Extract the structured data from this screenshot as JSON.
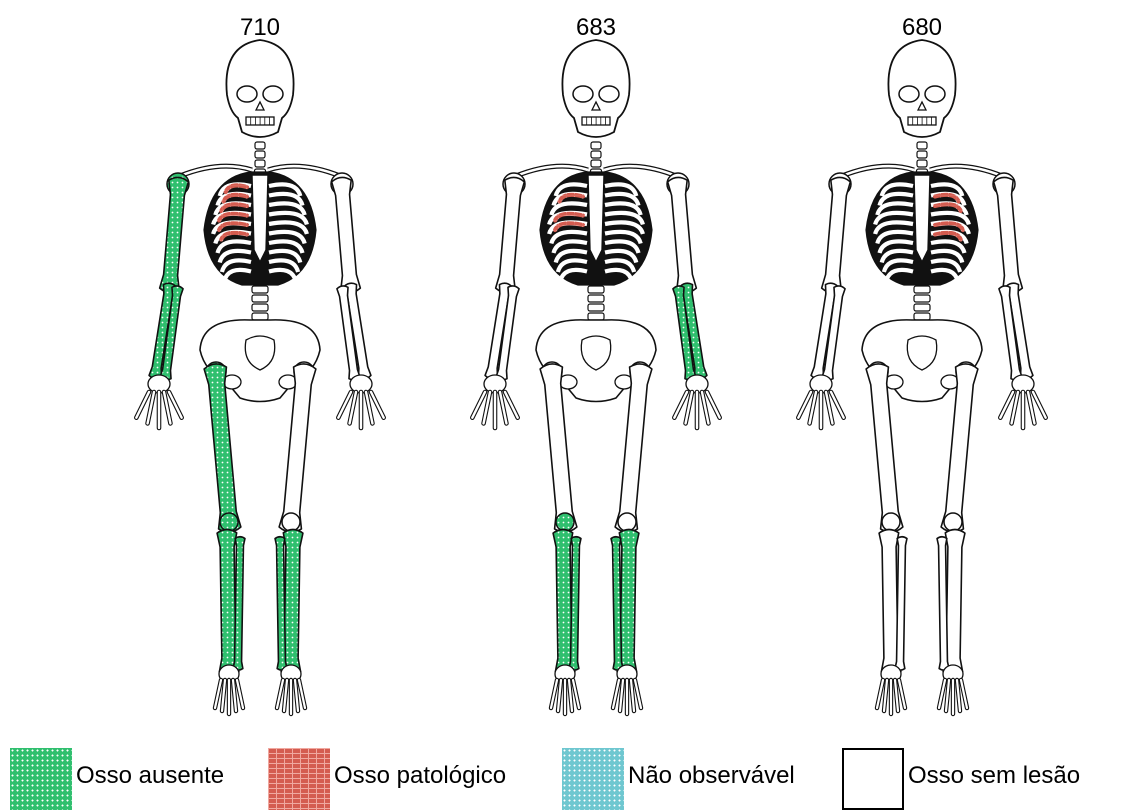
{
  "figures": [
    {
      "label": "710",
      "absent": [
        "r-humerus",
        "r-forearm",
        "r-femur",
        "r-leg-bones",
        "l-leg-bones"
      ],
      "pathological": [
        "r-ribs-many"
      ]
    },
    {
      "label": "683",
      "absent": [
        "l-forearm",
        "r-patella",
        "r-leg-bones",
        "l-leg-bones"
      ],
      "pathological": [
        "r-ribs-few"
      ]
    },
    {
      "label": "680",
      "absent": [],
      "pathological": [
        "l-ribs-few"
      ]
    }
  ],
  "legend": [
    {
      "label": "Osso ausente",
      "kind": "absent"
    },
    {
      "label": "Osso patológico",
      "kind": "pathological"
    },
    {
      "label": "Não observável",
      "kind": "not-observable"
    },
    {
      "label": "Osso sem lesão",
      "kind": "no-lesion"
    }
  ],
  "colors": {
    "absent": "#2fbf6e",
    "pathological": "#d45c50",
    "not_observable": "#6fc7d0",
    "outline": "#000000"
  }
}
